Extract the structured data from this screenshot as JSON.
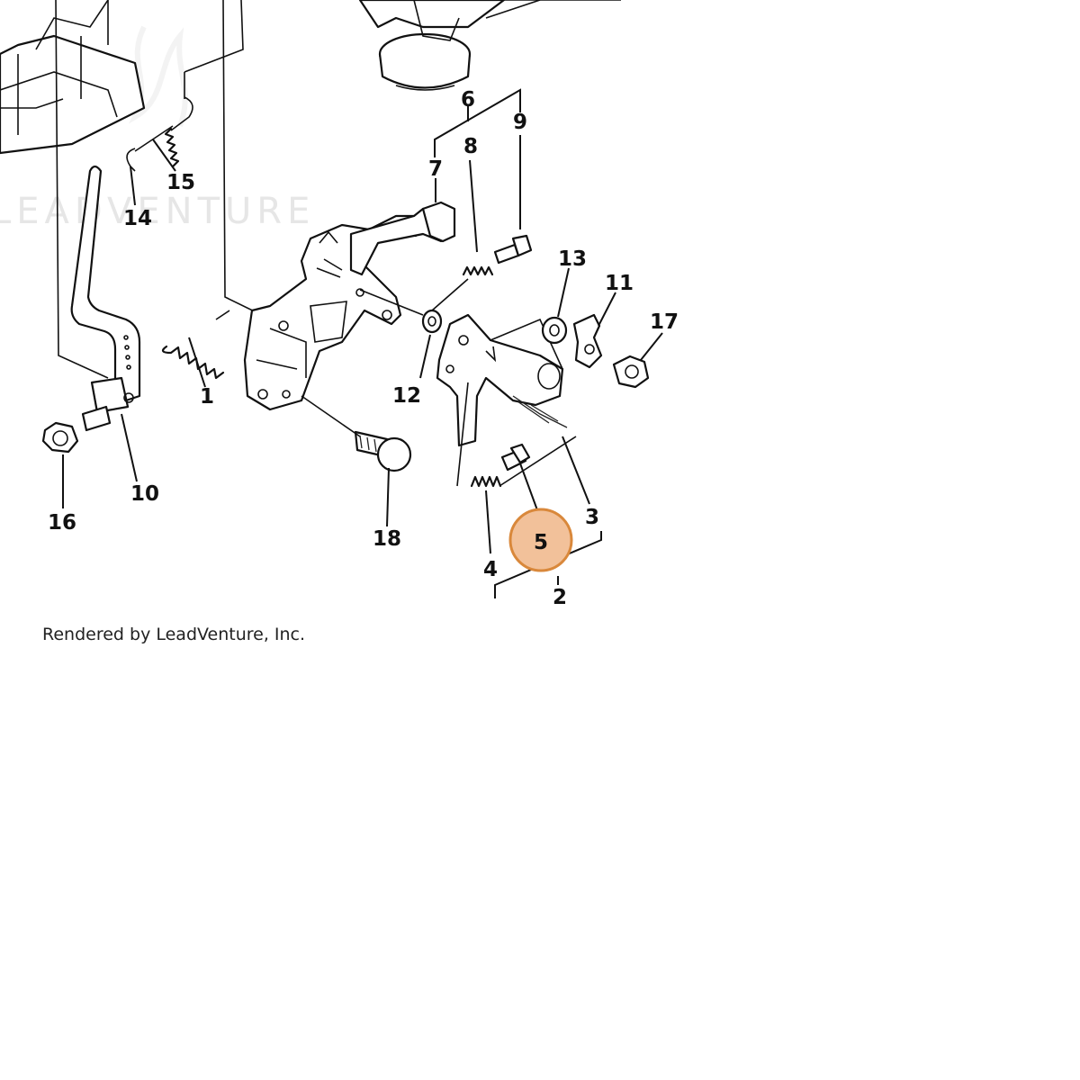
{
  "watermark": "LEADVENTURE",
  "credit": "Rendered by LeadVenture, Inc.",
  "highlight": {
    "part": "5",
    "color": "#d9883b",
    "fill": "#f2c19a"
  },
  "callouts": {
    "c1": "1",
    "c2": "2",
    "c3": "3",
    "c4": "4",
    "c5": "5",
    "c6": "6",
    "c7": "7",
    "c8": "8",
    "c9": "9",
    "c10": "10",
    "c11": "11",
    "c12": "12",
    "c13": "13",
    "c14": "14",
    "c15": "15",
    "c16": "16",
    "c17": "17",
    "c18": "18"
  }
}
